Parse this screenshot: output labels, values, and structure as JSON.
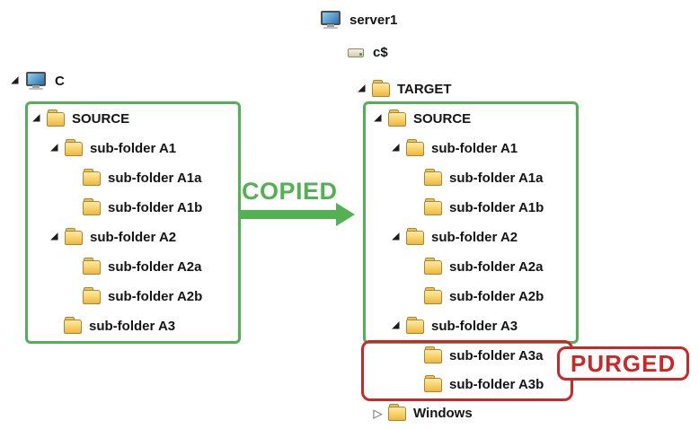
{
  "left": {
    "root_label": "C",
    "rows": [
      {
        "label": "SOURCE"
      },
      {
        "label": "sub-folder A1"
      },
      {
        "label": "sub-folder A1a"
      },
      {
        "label": "sub-folder A1b"
      },
      {
        "label": "sub-folder A2"
      },
      {
        "label": "sub-folder A2a"
      },
      {
        "label": "sub-folder A2b"
      },
      {
        "label": "sub-folder A3"
      }
    ]
  },
  "middle": {
    "copied_label": "COPIED"
  },
  "right": {
    "server_label": "server1",
    "share_label": "c$",
    "target_label": "TARGET",
    "rows": [
      {
        "label": "SOURCE"
      },
      {
        "label": "sub-folder A1"
      },
      {
        "label": "sub-folder A1a"
      },
      {
        "label": "sub-folder A1b"
      },
      {
        "label": "sub-folder A2"
      },
      {
        "label": "sub-folder A2a"
      },
      {
        "label": "sub-folder A2b"
      },
      {
        "label": "sub-folder A3"
      }
    ],
    "purged_rows": [
      {
        "label": "sub-folder A3a"
      },
      {
        "label": "sub-folder A3b"
      }
    ],
    "purged_label": "PURGED",
    "windows_label": "Windows"
  },
  "icons": {
    "expanded_glyph": "◢",
    "collapsed_glyph": "▷"
  },
  "colors": {
    "green": "#52b152",
    "red": "#cc2727"
  }
}
